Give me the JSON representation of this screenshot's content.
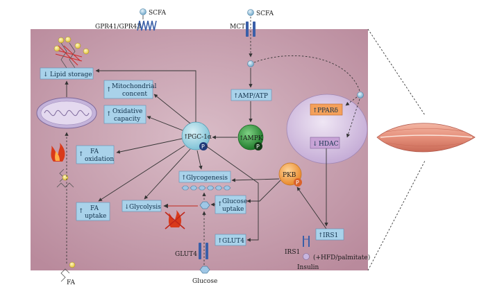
{
  "labels": {
    "scfa_left": "SCFA",
    "gpr": "GPR41/GPR43",
    "scfa_right": "SCFA",
    "mct": "MCT",
    "glut4_transporter": "GLUT4",
    "glucose": "Glucose",
    "fa": "FA",
    "irs1_receptor": "IRS1",
    "insulin": "Insulin",
    "hfd": "(+HFD/palmitate)"
  },
  "boxes": {
    "lipid_storage": {
      "arrow": "↓",
      "text": "Lipid storage"
    },
    "mito_concent": {
      "arrow": "↑",
      "line1": "Mitochondrial",
      "line2": "concent"
    },
    "oxidative_capacity": {
      "arrow": "↑",
      "line1": "Oxidative",
      "line2": "capacity"
    },
    "fa_oxidation": {
      "arrow": "↑",
      "line1": "FA",
      "line2": "oxidation"
    },
    "amp_atp": {
      "arrow": "↑",
      "text": "AMP/ATP"
    },
    "glycogenesis": {
      "arrow": "↑",
      "text": "Glycogenesis"
    },
    "fa_uptake": {
      "arrow": "↑",
      "line1": "FA",
      "line2": "uptake"
    },
    "glycolysis": {
      "arrow": "↓",
      "text": "Glycolysis"
    },
    "glucose_uptake": {
      "arrow": "↑",
      "line1": "Glucose",
      "line2": "uptake"
    },
    "glut4_box": {
      "arrow": "↑",
      "text": "GLUT4"
    },
    "irs1_box": {
      "arrow": "↑",
      "text": "IRS1"
    },
    "ppar": {
      "arrow": "↑",
      "text": "PPARδ"
    },
    "hdac": {
      "arrow": "↓",
      "text": "HDAC"
    }
  },
  "nodes": {
    "pgc1a": {
      "arrow": "↑",
      "text": "PGC-1α",
      "badge": "P"
    },
    "ampk": {
      "arrow": "↑",
      "text": "AMPK",
      "badge": "P"
    },
    "pkb": {
      "text": "PKB",
      "badge": "P"
    }
  },
  "colors": {
    "cell_bg": "#c9a7b4",
    "box_fill": "#a9d2ea",
    "pgc_fill": "#9fd3e0",
    "ampk_fill": "#2f8f3a",
    "pkb_fill": "#f3a24a",
    "badge_fill": "#1f3a7a",
    "nucleus_fill": "#d9c8e6",
    "orange_box": "#f4a05a",
    "purple_box": "#c7a3d6",
    "flame": "#d93a1a"
  }
}
